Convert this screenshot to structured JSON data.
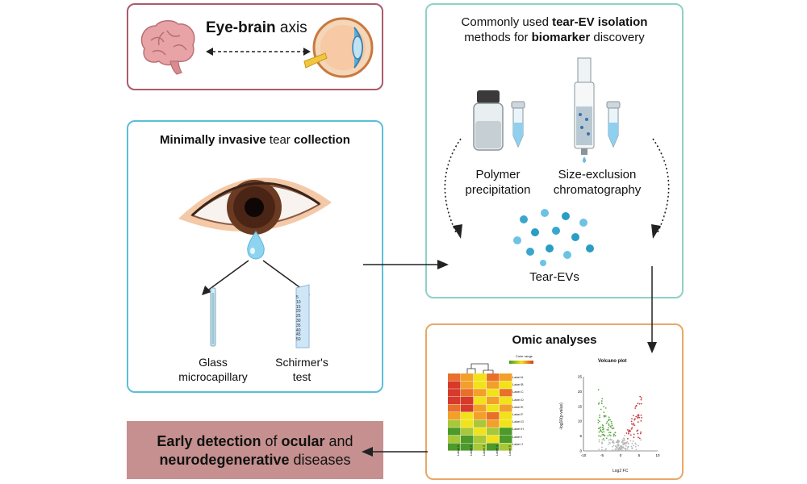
{
  "eye_brain": {
    "title_bold": "Eye-brain",
    "title_rest": " axis"
  },
  "collection": {
    "title_bold1": "Minimally invasive",
    "title_mid": " tear ",
    "title_bold2": "collection",
    "glass_label_1": "Glass",
    "glass_label_2": "microcapillary",
    "schirmer_label_1": "Schirmer's",
    "schirmer_label_2": "test",
    "schirmer_ticks": [
      "5",
      "10",
      "15",
      "20",
      "25",
      "30",
      "35",
      "40",
      "45",
      "50"
    ]
  },
  "isolation": {
    "line1_pre": "Commonly used ",
    "line1_bold": "tear-EV isolation",
    "line2_pre": "methods for ",
    "line2_bold": "biomarker",
    "line2_post": " discovery",
    "polymer_1": "Polymer",
    "polymer_2": "precipitation",
    "sec_1": "Size-exclusion",
    "sec_2": "chromatography",
    "ev_label": "Tear-EVs"
  },
  "omics": {
    "title": "Omic analyses",
    "heatmap": {
      "color_range_label": "Color range",
      "row_labels": [
        "Label A",
        "Label B",
        "Label C",
        "Label D",
        "Label E",
        "Label F",
        "Label G",
        "Label H",
        "Label I",
        "Label J"
      ],
      "col_labels": [
        "Label 1",
        "Label 2",
        "Label 3",
        "Label 4",
        "Label 5"
      ]
    },
    "volcano": {
      "title": "Volcano plot",
      "xlabel": "Log2 FC",
      "ylabel": "-log10(p-value)",
      "x_ticks": [
        "-10",
        "-5",
        "0",
        "5",
        "10"
      ],
      "y_ticks": [
        "0",
        "5",
        "10",
        "15",
        "20",
        "25"
      ]
    }
  },
  "conclusion": {
    "bold1": "Early detection",
    "mid1": " of ",
    "bold2": "ocular",
    "mid2": " and",
    "bold3": "neurodegenerative",
    "mid3": " diseases"
  },
  "colors": {
    "eye_brain_border": "#a95c6b",
    "collection_border": "#5bbfd8",
    "isolation_border": "#8fd1c5",
    "omics_border": "#e8a866",
    "conclusion_fill": "#c5908f",
    "ev_blue": "#2a9dc4",
    "volcano_up": "#c83a3a",
    "volcano_down": "#5fa845"
  }
}
